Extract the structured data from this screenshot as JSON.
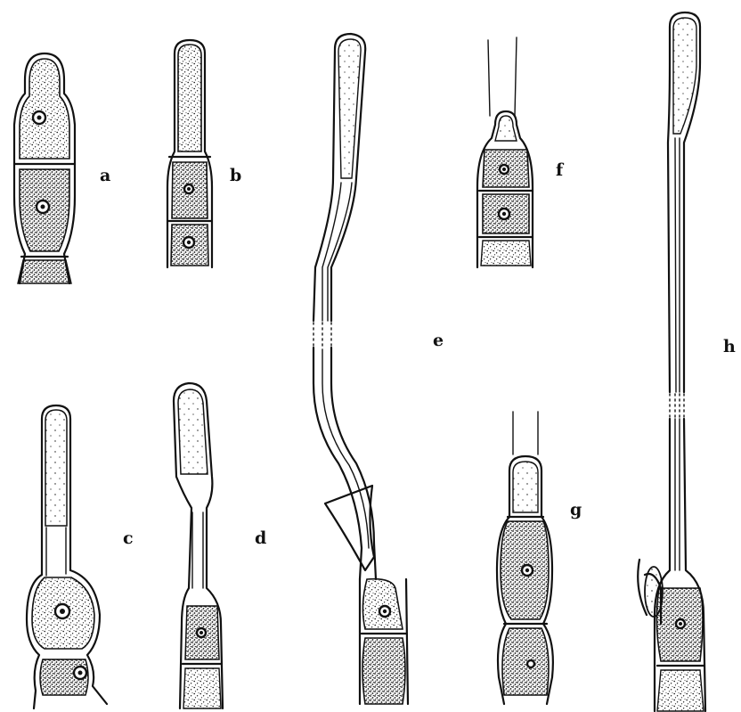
{
  "figure": {
    "panels": [
      {
        "id": "a",
        "label": "a"
      },
      {
        "id": "b",
        "label": "b"
      },
      {
        "id": "c",
        "label": "c"
      },
      {
        "id": "d",
        "label": "d"
      },
      {
        "id": "e",
        "label": "e"
      },
      {
        "id": "f",
        "label": "f"
      },
      {
        "id": "g",
        "label": "g"
      },
      {
        "id": "h",
        "label": "h"
      }
    ],
    "colors": {
      "ink": "#111111",
      "paper": "#ffffff"
    }
  }
}
